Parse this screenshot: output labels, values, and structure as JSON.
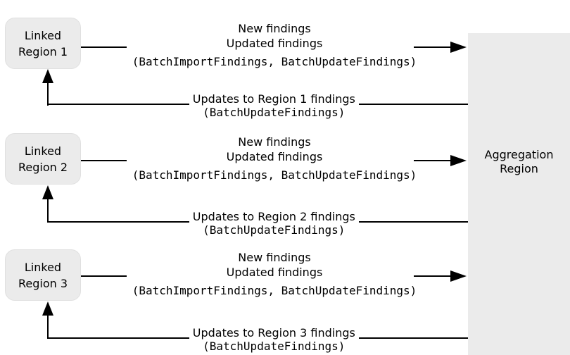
{
  "colors": {
    "background": "#ffffff",
    "region_box_fill": "#ebebeb",
    "line": "#000000",
    "text": "#000000"
  },
  "aggregation_region": {
    "line1": "Aggregation",
    "line2": "Region"
  },
  "sections": [
    {
      "region_line1": "Linked",
      "region_line2": "Region 1",
      "forward_line1": "New findings",
      "forward_line2": "Updated findings",
      "forward_api": "(BatchImportFindings, BatchUpdateFindings)",
      "return_label": "Updates to Region 1 findings",
      "return_api": "(BatchUpdateFindings)"
    },
    {
      "region_line1": "Linked",
      "region_line2": "Region 2",
      "forward_line1": "New findings",
      "forward_line2": "Updated findings",
      "forward_api": "(BatchImportFindings, BatchUpdateFindings)",
      "return_label": "Updates to Region 2 findings",
      "return_api": "(BatchUpdateFindings)"
    },
    {
      "region_line1": "Linked",
      "region_line2": "Region 3",
      "forward_line1": "New findings",
      "forward_line2": "Updated findings",
      "forward_api": "(BatchImportFindings, BatchUpdateFindings)",
      "return_label": "Updates to Region 3 findings",
      "return_api": "(BatchUpdateFindings)"
    }
  ]
}
